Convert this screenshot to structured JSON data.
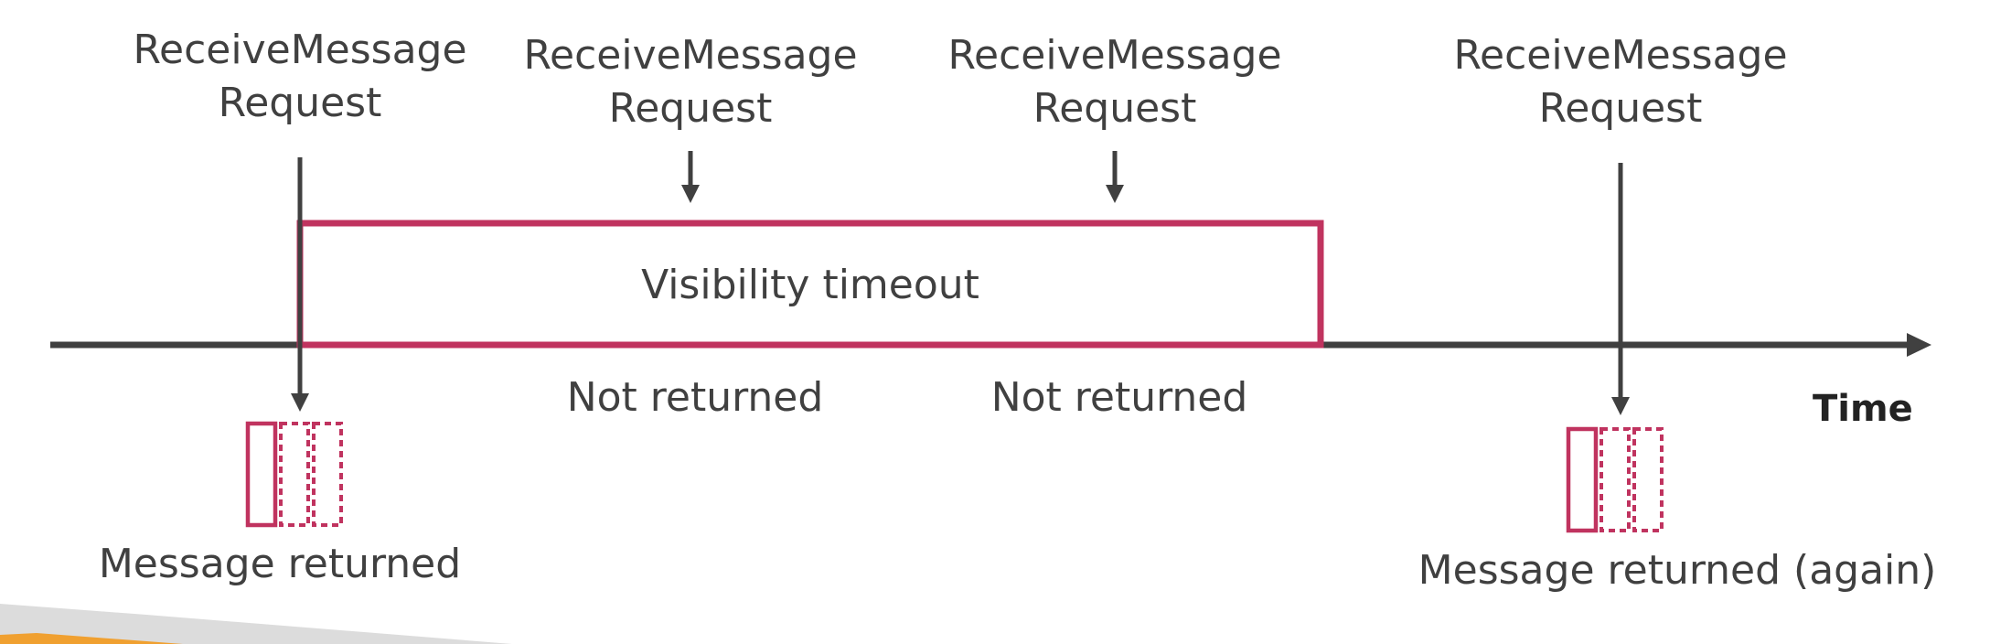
{
  "requests": [
    {
      "line1": "ReceiveMessage",
      "line2": "Request"
    },
    {
      "line1": "ReceiveMessage",
      "line2": "Request"
    },
    {
      "line1": "ReceiveMessage",
      "line2": "Request"
    },
    {
      "line1": "ReceiveMessage",
      "line2": "Request"
    }
  ],
  "visibility_timeout_label": "Visibility timeout",
  "not_returned": [
    "Not returned",
    "Not returned"
  ],
  "time_label": "Time",
  "message_returned": "Message returned",
  "message_returned_again": "Message returned (again)",
  "colors": {
    "line": "#404040",
    "accent": "#c0335f",
    "footer_orange": "#f0a030",
    "footer_gray": "#d8d8d8"
  }
}
